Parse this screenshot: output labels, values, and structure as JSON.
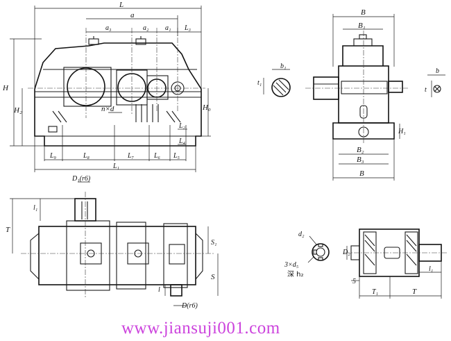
{
  "watermark": "www.jiansuji001.com",
  "labels": {
    "L": "L",
    "a": "a",
    "a3": "a₃",
    "a2": "a₂",
    "a1": "a₁",
    "L3": "L₃",
    "H": "H",
    "H2": "H₂",
    "H0": "H₀",
    "n_d": "n×d",
    "L2": "L₂",
    "L4": "L₄",
    "L9": "L₉",
    "L8": "L₈",
    "L7": "L₇",
    "L6": "L₆",
    "L5": "L₅",
    "L1": "L₁",
    "B": "B",
    "B1": "B₁",
    "b1": "b₁",
    "t1": "t₁",
    "b": "b",
    "t": "t",
    "H1": "H₁",
    "B2": "B₂",
    "B3": "B₃",
    "B_bottom": "B",
    "D1": "D₁(r6)",
    "l1": "l₁",
    "T": "T",
    "S1": "S₁",
    "S": "S",
    "l": "l",
    "D": "D(r6)",
    "d2": "d₂",
    "holes": "3×d₅",
    "depth": "深 h₂",
    "D2": "D₂",
    "five": "5",
    "T1": "T₁",
    "T_right": "T",
    "l1_right": "l₁"
  }
}
